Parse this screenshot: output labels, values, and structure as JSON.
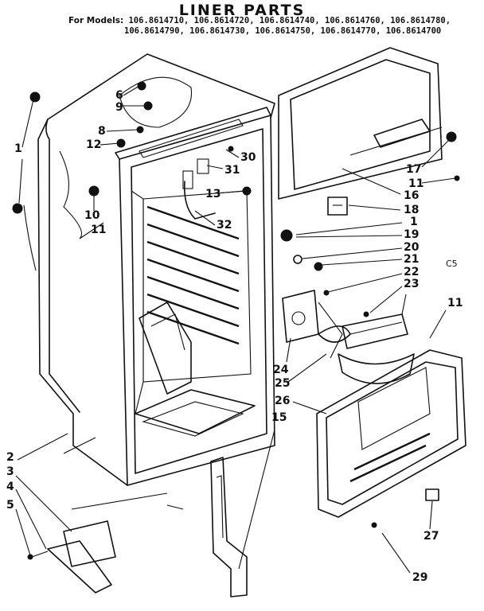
{
  "title": "LINER PARTS",
  "models_label": "For Models:",
  "models_line1": "106.8614710, 106.8614720, 106.8614740, 106.8614760, 106.8614780,",
  "models_line2": "106.8614790, 106.8614730, 106.8614750, 106.8614770, 106.8614700",
  "figure_code": "C5",
  "callouts": [
    {
      "label": "1"
    },
    {
      "label": "6"
    },
    {
      "label": "9"
    },
    {
      "label": "8"
    },
    {
      "label": "12"
    },
    {
      "label": "30"
    },
    {
      "label": "31"
    },
    {
      "label": "13"
    },
    {
      "label": "10"
    },
    {
      "label": "11"
    },
    {
      "label": "32"
    },
    {
      "label": "17"
    },
    {
      "label": "11"
    },
    {
      "label": "16"
    },
    {
      "label": "18"
    },
    {
      "label": "1"
    },
    {
      "label": "19"
    },
    {
      "label": "20"
    },
    {
      "label": "21"
    },
    {
      "label": "22"
    },
    {
      "label": "23"
    },
    {
      "label": "11"
    },
    {
      "label": "24"
    },
    {
      "label": "25"
    },
    {
      "label": "26"
    },
    {
      "label": "15"
    },
    {
      "label": "2"
    },
    {
      "label": "3"
    },
    {
      "label": "4"
    },
    {
      "label": "5"
    },
    {
      "label": "27"
    },
    {
      "label": "29"
    }
  ]
}
